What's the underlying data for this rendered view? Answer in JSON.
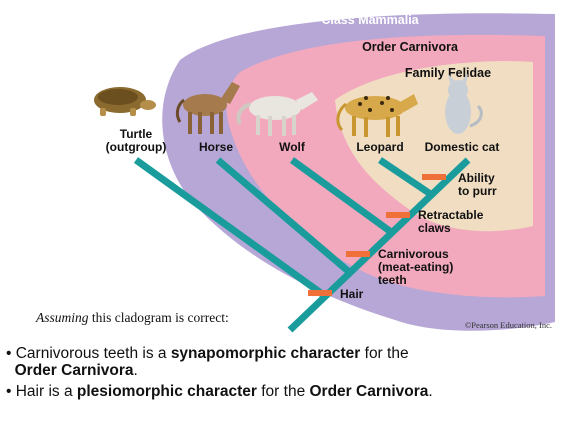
{
  "groups": {
    "class": "Class Mammalia",
    "order": "Order Carnivora",
    "family": "Family Felidae"
  },
  "taxa": [
    {
      "name": "Turtle",
      "sub": "(outgroup)",
      "image": "turtle"
    },
    {
      "name": "Horse",
      "image": "horse"
    },
    {
      "name": "Wolf",
      "image": "wolf"
    },
    {
      "name": "Leopard",
      "image": "leopard"
    },
    {
      "name": "Domestic cat",
      "image": "domestic-cat"
    }
  ],
  "characters": [
    {
      "lines": [
        "Ability",
        "to purr"
      ]
    },
    {
      "lines": [
        "Retractable",
        "claws"
      ]
    },
    {
      "lines": [
        "Carnivorous",
        "(meat-eating)",
        "teeth"
      ]
    },
    {
      "lines": [
        "Hair"
      ]
    }
  ],
  "credit": "©Pearson Education, Inc.",
  "caption": {
    "italic": "Assuming",
    "rest": " this cladogram is correct:"
  },
  "bullets": [
    {
      "pre": "Carnivorous teeth is a ",
      "bold1": "synapomorphic character",
      "mid": " for the ",
      "bold2": "Order Carnivora",
      "post": "."
    },
    {
      "pre": "Hair is a ",
      "bold1": "plesiomorphic character",
      "mid": " for the ",
      "bold2": "Order Carnivora",
      "post": "."
    }
  ],
  "colors": {
    "class_fill": "#b7a7d6",
    "order_fill": "#f2a8bd",
    "family_fill": "#f1dec2",
    "branch": "#1a9c9c",
    "marker": "#f0703a"
  }
}
